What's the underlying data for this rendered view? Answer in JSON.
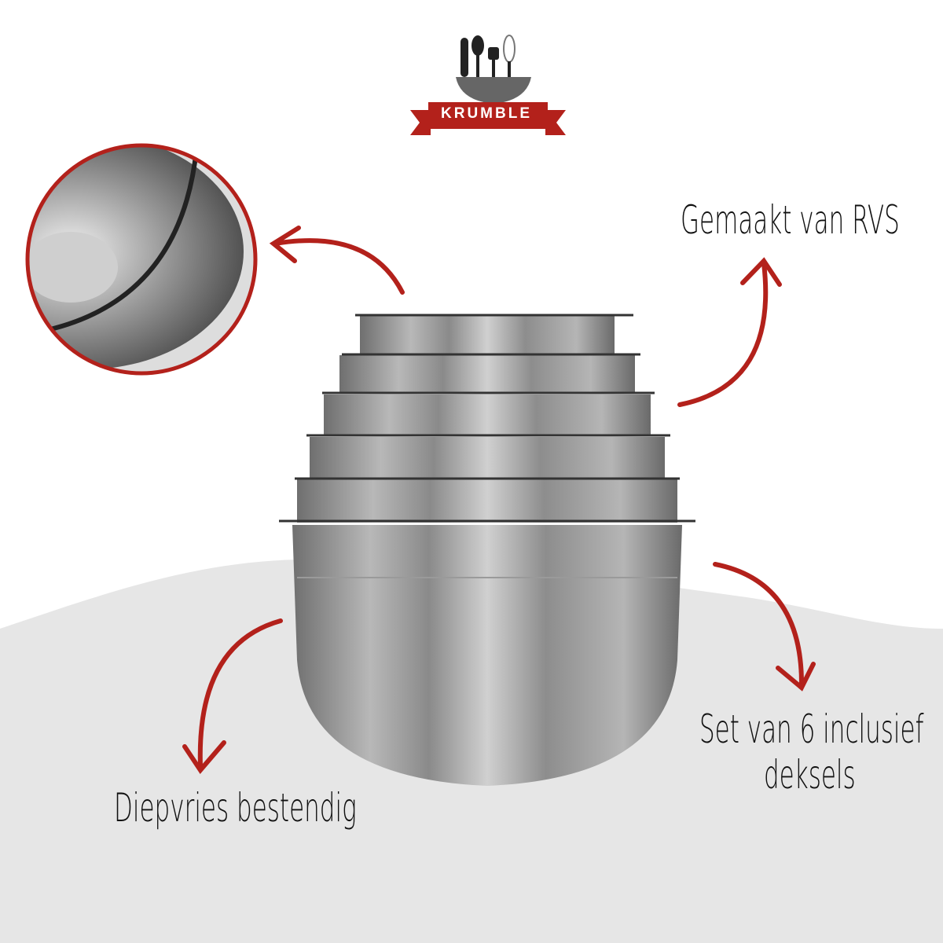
{
  "brand": {
    "name": "KRUMBLE",
    "color": "#b3211b"
  },
  "callouts": {
    "material": "Gemaakt van RVS",
    "set": "Set van 6 inclusief",
    "set_line2": "deksels",
    "freezer": "Diepvries bestendig"
  },
  "colors": {
    "accent": "#b3211b",
    "floor": "#e6e6e6"
  }
}
